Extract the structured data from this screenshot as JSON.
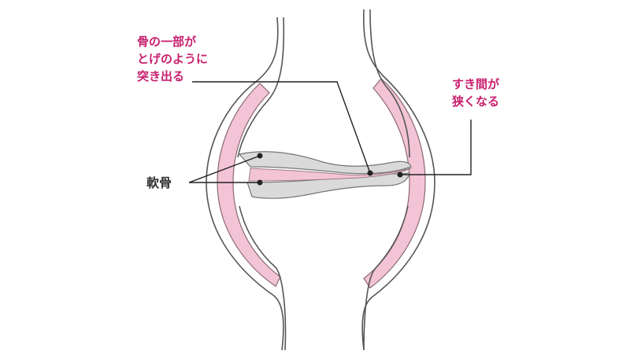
{
  "labels": {
    "bone_spur": {
      "lines": [
        "骨の一部が",
        "とげのように",
        "突き出る"
      ]
    },
    "narrowed_gap": {
      "lines": [
        "すき間が",
        "狭くなる"
      ]
    },
    "cartilage": {
      "lines": [
        "軟骨"
      ]
    }
  },
  "colors": {
    "accent": "#c8206e",
    "cartilage_pink": "#f3c4d6",
    "outline": "#555555",
    "membrane_gray": "#dadada",
    "leader_line": "#222222"
  }
}
